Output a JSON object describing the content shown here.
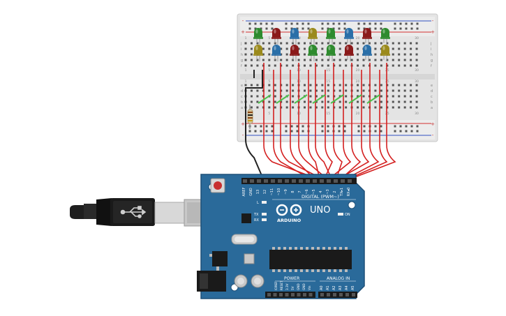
{
  "board": {
    "brand": "ARDUINO",
    "model": "UNO",
    "digital_label": "DIGITAL (PWM~)",
    "power_label": "POWER",
    "analog_label": "ANALOG IN",
    "on_label": "ON",
    "l_label": "L",
    "tx_label": "TX",
    "rx_label": "RX",
    "digital_pins": [
      "AREF",
      "GND",
      "13",
      "12",
      "~11",
      "~10",
      "~9",
      "8",
      "7",
      "~6",
      "~5",
      "4",
      "~3",
      "2",
      "TX▸1",
      "RX◂0"
    ],
    "power_pins": [
      "IOREF",
      "RESET",
      "3.3V",
      "5V",
      "GND",
      "GND",
      "Vin"
    ],
    "analog_pins": [
      "A0",
      "A1",
      "A2",
      "A3",
      "A4",
      "A5"
    ]
  },
  "breadboard": {
    "column_numbers": [
      "1",
      "5",
      "10",
      "15",
      "20",
      "25",
      "30"
    ],
    "row_letters_top": [
      "a",
      "b",
      "c",
      "d",
      "e"
    ],
    "row_letters_bottom": [
      "f",
      "g",
      "h",
      "i",
      "j"
    ]
  },
  "leds": {
    "top_row_colors": [
      "#2e8b2e",
      "#8b1a1a",
      "#2a6fa8",
      "#9b8a1c",
      "#2e8b2e",
      "#2a6fa8",
      "#8b1a1a",
      "#2e8b2e"
    ],
    "bottom_row_colors": [
      "#9b8a1c",
      "#2a6fa8",
      "#8b1a1a",
      "#2e8b2e",
      "#2e8b2e",
      "#8b1a1a",
      "#2a6fa8",
      "#9b8a1c"
    ]
  },
  "colors": {
    "board": "#2a6a9a",
    "wire_red": "#d42020",
    "wire_black": "#222222",
    "breadboard": "#e8e8e8",
    "rail_red": "#d43030",
    "rail_blue": "#3050c0",
    "resistor_jumper": "#4cc04c"
  },
  "usb_icon": "usb-symbol-icon"
}
